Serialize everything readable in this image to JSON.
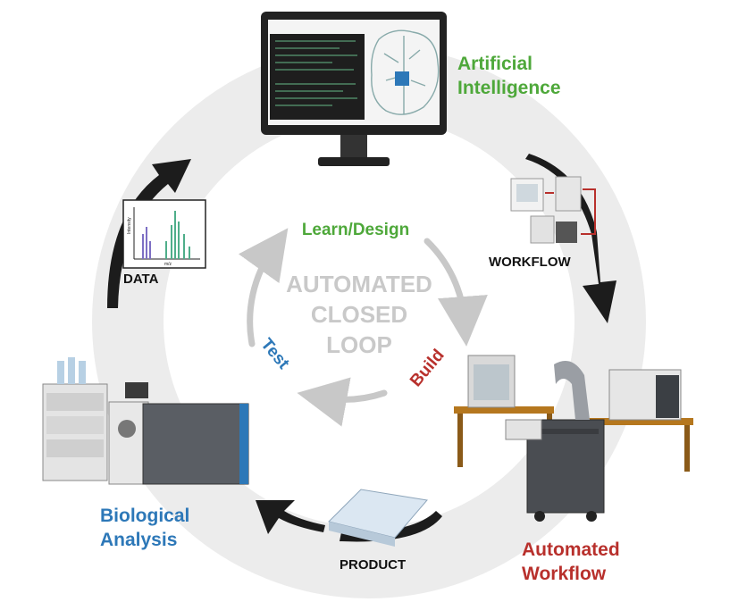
{
  "center": {
    "line1": "AUTOMATED",
    "line2": "CLOSED",
    "line3": "LOOP"
  },
  "cycle": {
    "learn": "Learn/Design",
    "build": "Build",
    "test": "Test"
  },
  "nodes": {
    "ai": {
      "line1": "Artificial",
      "line2": "Intelligence"
    },
    "workflow_label": "WORKFLOW",
    "automated": {
      "line1": "Automated",
      "line2": "Workflow"
    },
    "product_label": "PRODUCT",
    "bio": {
      "line1": "Biological",
      "line2": "Analysis"
    },
    "data_label": "DATA"
  },
  "spectrum": {
    "ylabel": "Intensity",
    "xlabel": "m/z"
  },
  "colors": {
    "green": "#4ea83a",
    "red": "#b8302c",
    "blue": "#2d78b8",
    "ring": "#ececec",
    "inner_arrow": "#c8c8c8",
    "outer_arrow": "#1c1c1c"
  },
  "icons": [
    "monitor-icon",
    "brain-chip-icon",
    "workflow-schematic-icon",
    "robot-platform-icon",
    "well-plate-icon",
    "lc-ms-instrument-icon",
    "mass-spectrum-icon"
  ]
}
